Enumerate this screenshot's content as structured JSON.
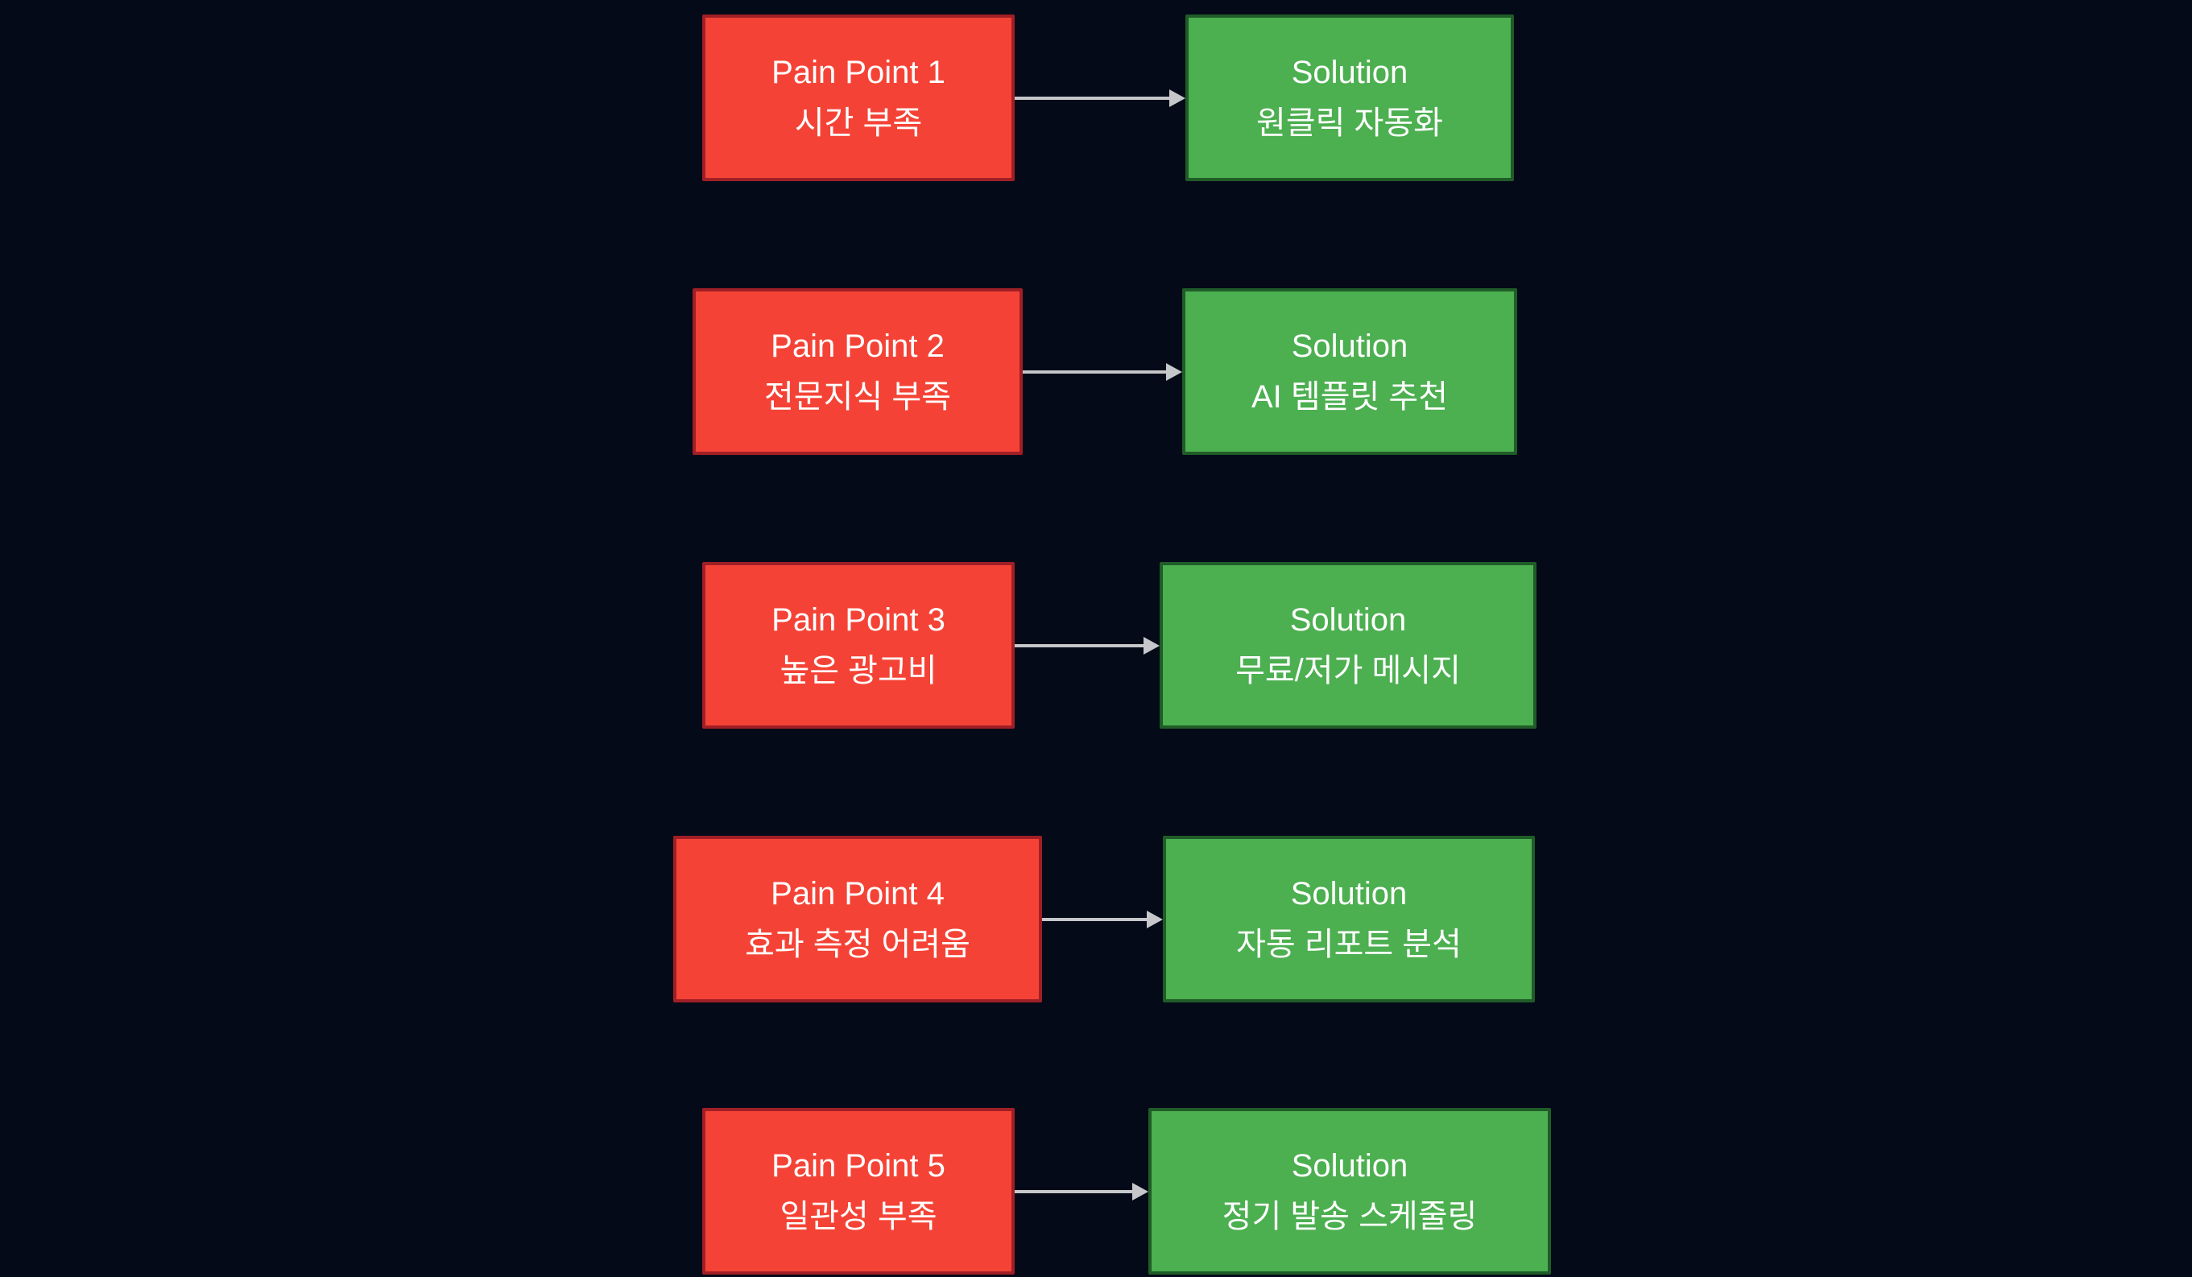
{
  "page": {
    "background": "#040a18"
  },
  "colors": {
    "page_bg": "#040a18",
    "pain_fill": "#f44336",
    "pain_border": "#a01f26",
    "solution_fill": "#4caf50",
    "solution_border": "#1f5c28",
    "arrow": "#c5c7ca",
    "text": "#ffffff"
  },
  "diagram": {
    "type": "pain-solution-mapping",
    "rows": [
      {
        "pain_title": "Pain Point 1",
        "pain_label": "시간 부족",
        "solution_title": "Solution",
        "solution_label": "원클릭 자동화"
      },
      {
        "pain_title": "Pain Point 2",
        "pain_label": "전문지식 부족",
        "solution_title": "Solution",
        "solution_label": "AI 템플릿 추천"
      },
      {
        "pain_title": "Pain Point 3",
        "pain_label": "높은 광고비",
        "solution_title": "Solution",
        "solution_label": "무료/저가 메시지"
      },
      {
        "pain_title": "Pain Point 4",
        "pain_label": "효과 측정 어려움",
        "solution_title": "Solution",
        "solution_label": "자동 리포트 분석"
      },
      {
        "pain_title": "Pain Point 5",
        "pain_label": "일관성 부족",
        "solution_title": "Solution",
        "solution_label": "정기 발송 스케줄링"
      }
    ]
  }
}
